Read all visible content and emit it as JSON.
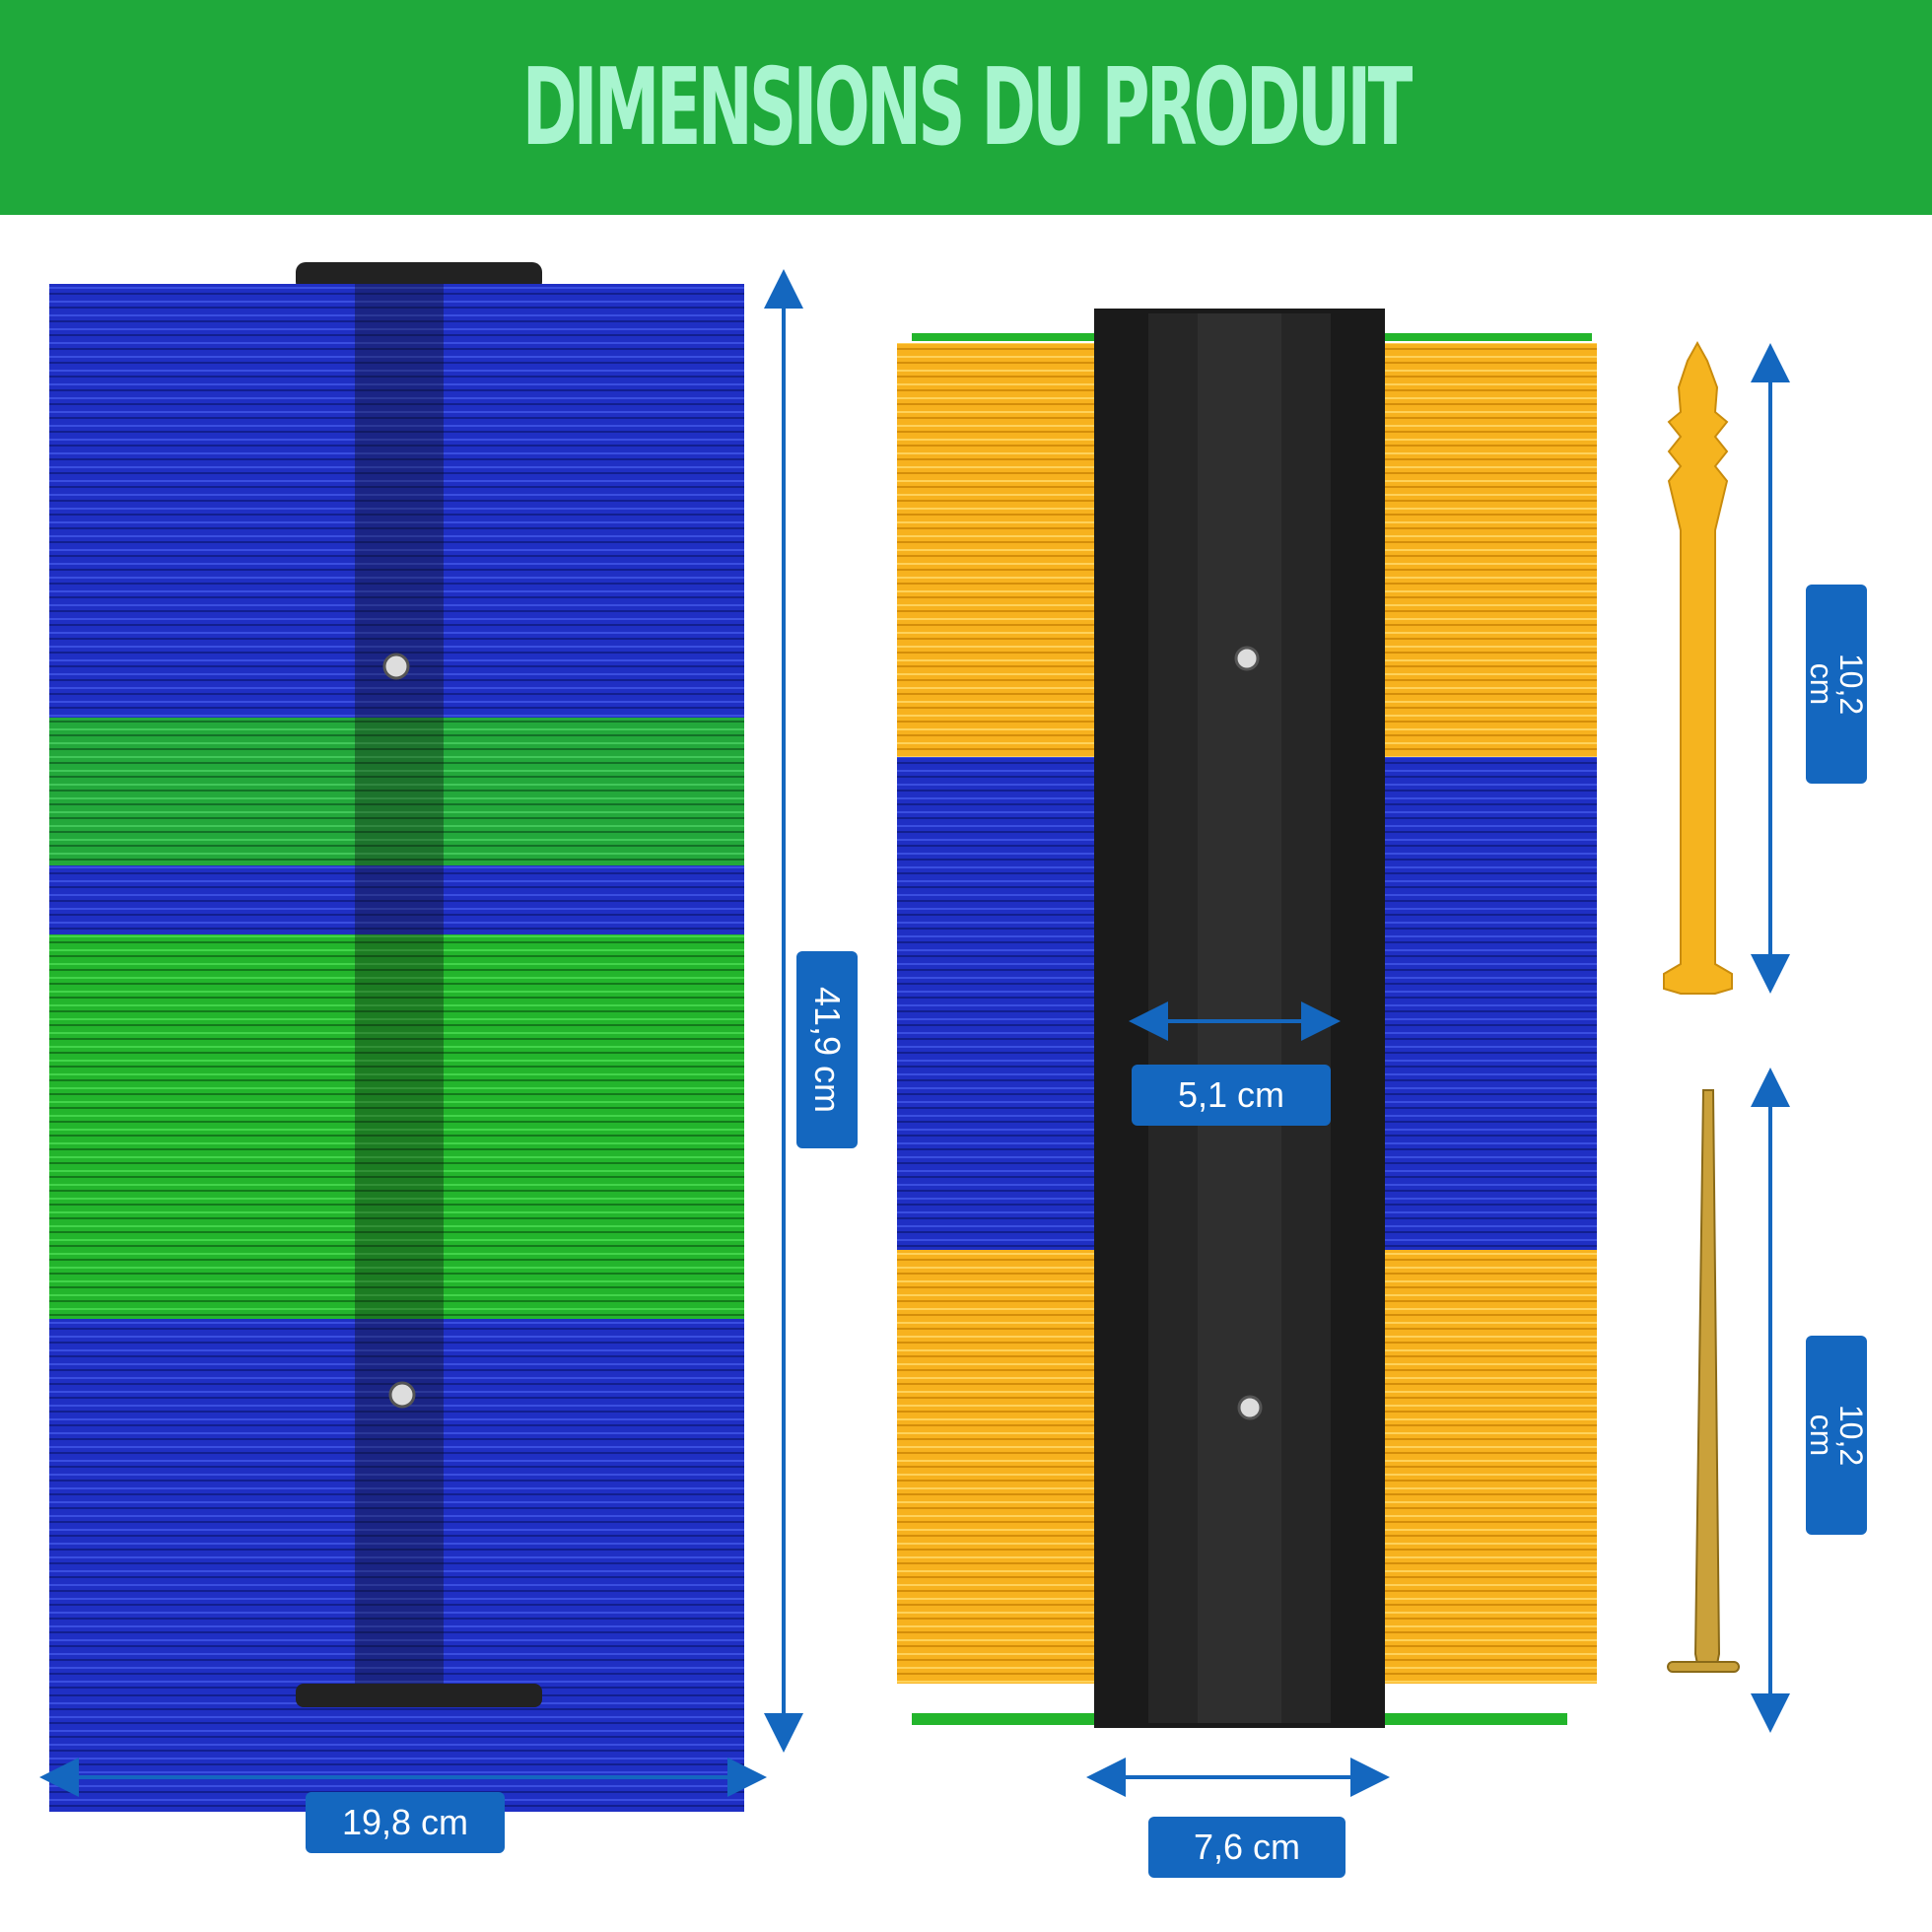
{
  "banner": {
    "title": "DIMENSIONS DU PRODUIT"
  },
  "dimensions": {
    "width_left": "19,8 cm",
    "height_left": "41,9 cm",
    "inner_width": "5,1 cm",
    "bottom_width_right": "7,6 cm",
    "anchor_length": "10,2 cm",
    "screw_length": "10,2 cm"
  },
  "colors": {
    "banner_green": "#1fa93b",
    "title_mint": "#a8f5cf",
    "label_blue": "#1467bf",
    "bristle_blue": "#1f2fc4",
    "bristle_green": "#23b52c",
    "bristle_orange": "#f7b21e"
  }
}
